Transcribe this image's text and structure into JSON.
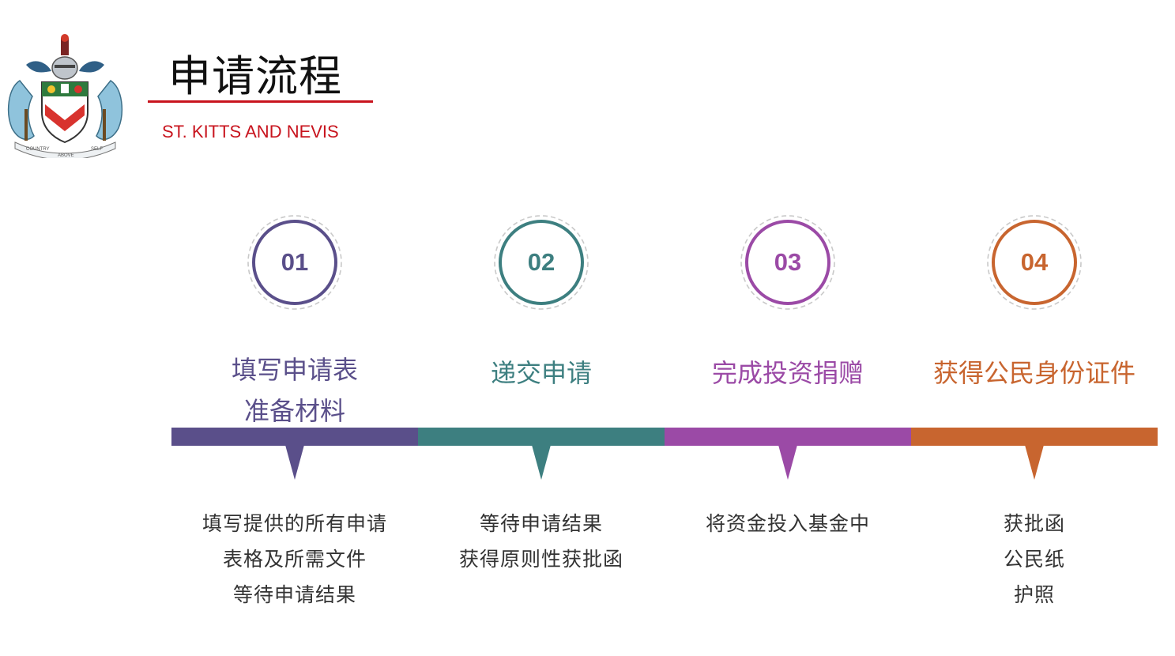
{
  "header": {
    "title": "申请流程",
    "subtitle": "ST. KITTS AND NEVIS",
    "accent_color": "#c8141e"
  },
  "emblem": {
    "icon": "coat-of-arms-icon",
    "motto_left": "COUNTRY",
    "motto_center": "ABOVE",
    "motto_right": "SELF"
  },
  "steps": [
    {
      "number": "01",
      "color": "#5a4f8a",
      "heading": [
        "填写申请表",
        "准备材料"
      ],
      "details": [
        "填写提供的所有申请",
        "表格及所需文件",
        "等待申请结果"
      ]
    },
    {
      "number": "02",
      "color": "#3d7f80",
      "heading": [
        "递交申请"
      ],
      "details": [
        "等待申请结果",
        "获得原则性获批函"
      ]
    },
    {
      "number": "03",
      "color": "#9b4aa6",
      "heading": [
        "完成投资捐赠"
      ],
      "details": [
        "将资金投入基金中"
      ]
    },
    {
      "number": "04",
      "color": "#c8652f",
      "heading": [
        "获得公民身份证件"
      ],
      "details": [
        "获批函",
        "公民纸",
        "护照"
      ]
    }
  ]
}
